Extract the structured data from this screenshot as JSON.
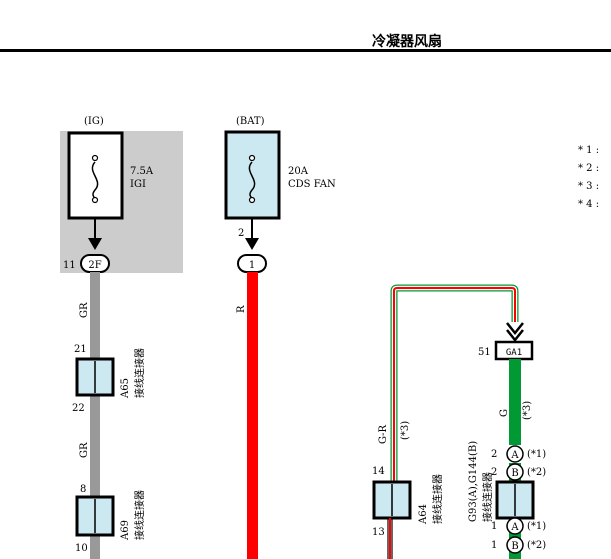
{
  "page": {
    "title": "冷凝器风扇"
  },
  "colors": {
    "fuse_box_bg": "#cccccc",
    "component_fill": "#cce9f2",
    "wire_gr": "#999999",
    "wire_r": "#ff0000",
    "wire_g": "#009933",
    "wire_white": "#ffffff"
  },
  "fuses": [
    {
      "source": "(IG)",
      "rating": "7.5A",
      "name": "IGI",
      "pin": "11",
      "connector": "2F"
    },
    {
      "source": "(BAT)",
      "rating": "20A",
      "name": "CDS FAN",
      "pin": "2",
      "connector": "1"
    }
  ],
  "notes": [
    "* 1 :",
    "* 2 :",
    "* 3 :",
    "* 4 :"
  ],
  "wires": {
    "gr_label_1": "GR",
    "gr_label_2": "GR",
    "r_label": "R",
    "gr_vertical": "G-R",
    "g_label": "G",
    "note3": "(*3)",
    "note3_g": "(*3)"
  },
  "junctions": {
    "a65": {
      "id": "A65",
      "desc": "接线连接器",
      "pin_top": "21",
      "pin_bottom": "22"
    },
    "a69": {
      "id": "A69",
      "desc": "接线连接器",
      "pin_top": "8",
      "pin_bottom": "10"
    },
    "a64": {
      "id": "A64",
      "desc": "接线连接器",
      "pin_top": "14",
      "pin_bottom": "13"
    },
    "g93": {
      "id": "G93(A),G144(B)",
      "desc": "接线连接器",
      "rows": [
        {
          "pin": "2",
          "letter": "A",
          "note": "(*1)"
        },
        {
          "pin": "2",
          "letter": "B",
          "note": "(*2)"
        },
        {
          "pin": "1",
          "letter": "A",
          "note": "(*1)"
        },
        {
          "pin": "1",
          "letter": "B",
          "note": "(*2)"
        }
      ]
    }
  },
  "connector_ga1": {
    "pin": "51",
    "name": "GA1"
  }
}
